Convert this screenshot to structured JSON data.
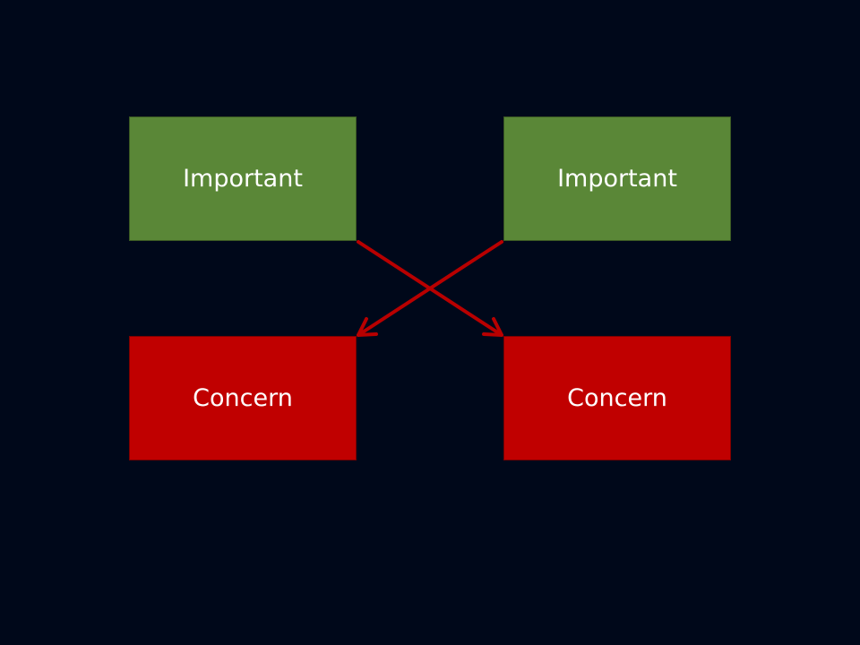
{
  "diagram": {
    "top_left": {
      "label": "Important"
    },
    "top_right": {
      "label": "Important"
    },
    "bottom_left": {
      "label": "Concern"
    },
    "bottom_right": {
      "label": "Concern"
    }
  },
  "colors": {
    "background": "#00081A",
    "important_fill": "#5A8737",
    "concern_fill": "#C00000",
    "arrow": "#B80000",
    "text": "#FFFFFF"
  },
  "connections": [
    {
      "from": "top_left",
      "to": "bottom_right"
    },
    {
      "from": "top_right",
      "to": "bottom_left"
    }
  ]
}
